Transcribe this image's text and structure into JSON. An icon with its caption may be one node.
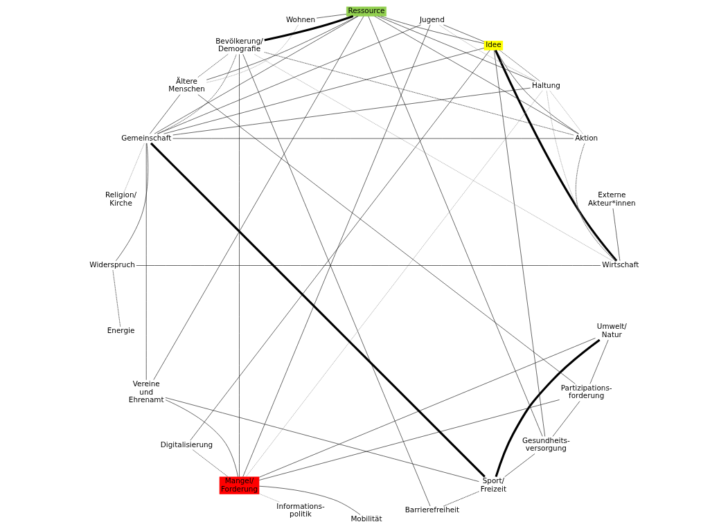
{
  "diagram": {
    "nodes": [
      {
        "text": [
          "Umwelt/ Natur"
        ]
      },
      {
        "text": [
          "Mobilität"
        ]
      },
      {
        "text": [
          "Idee"
        ]
      },
      {
        "text": [
          "Digitalisierung"
        ]
      },
      {
        "text": [
          "Gesundheits- versorgung"
        ]
      },
      {
        "text": [
          "Vereine und Ehrenamt"
        ]
      },
      {
        "text": [
          "Sport/ Freizeit"
        ]
      },
      {
        "text": [
          "Barrierefreiheit"
        ]
      },
      {
        "text": [
          "Bevölkerung/ Demografie"
        ]
      },
      {
        "text": [
          "Aktion"
        ]
      },
      {
        "text": [
          "Haltung"
        ]
      },
      {
        "text": [
          "Jugend"
        ]
      },
      {
        "text": [
          "Partizipations- forderung"
        ]
      },
      {
        "text": [
          "Mangel/ Forderung"
        ]
      },
      {
        "text": [
          "Informations- politik"
        ]
      },
      {
        "text": [
          "Widerspruch"
        ]
      },
      {
        "text": [
          "Energie"
        ]
      },
      {
        "text": [
          "Wirtschaft"
        ]
      },
      {
        "text": [
          "Externe Akteur*innen"
        ]
      },
      {
        "text": [
          "Religion/ Kirche"
        ]
      },
      {
        "text": [
          "Gemeinschaft"
        ]
      },
      {
        "text": [
          "Ältere Menschen"
        ]
      },
      {
        "text": [
          "Wohnen"
        ]
      },
      {
        "text": [
          "Ressource"
        ]
      }
    ],
    "edges": [
      {
        "from": 23,
        "to": 8,
        "arrow": "none",
        "style": "thick"
      },
      {
        "from": 0,
        "to": 6,
        "arrow": "none",
        "style": "thick"
      },
      {
        "from": 2,
        "to": 17,
        "arrow": "none",
        "style": "thick"
      },
      {
        "from": 20,
        "to": 6,
        "arrow": "none",
        "style": "thick"
      },
      {
        "from": 23,
        "to": 2,
        "arrow": "none"
      },
      {
        "from": 2,
        "to": 11,
        "arrow": "none"
      },
      {
        "from": 20,
        "to": 15,
        "arrow": "none"
      },
      {
        "from": 17,
        "to": 15,
        "arrow": "none"
      },
      {
        "from": 13,
        "to": 5,
        "arrow": "none"
      },
      {
        "from": 13,
        "to": 8,
        "arrow": "none"
      },
      {
        "from": 5,
        "to": 6,
        "arrow": "none"
      },
      {
        "from": 6,
        "to": 7,
        "arrow": "none",
        "style": "dashed",
        "color": "#000000"
      },
      {
        "from": 23,
        "to": 5,
        "arrow": "none"
      },
      {
        "from": 22,
        "to": 23,
        "arrow": "none"
      },
      {
        "from": 18,
        "to": 17,
        "arrow": "none"
      },
      {
        "from": 23,
        "to": 21,
        "arrow": "none"
      },
      {
        "from": 23,
        "to": 20,
        "arrow": "none"
      },
      {
        "from": 23,
        "to": 4,
        "arrow": "none"
      },
      {
        "from": 23,
        "to": 9,
        "arrow": "none"
      },
      {
        "from": 23,
        "to": 10,
        "arrow": "none"
      },
      {
        "from": 2,
        "to": 3,
        "arrow": "none"
      },
      {
        "from": 2,
        "to": 4,
        "arrow": "none"
      },
      {
        "from": 2,
        "to": 9,
        "arrow": "none"
      },
      {
        "from": 2,
        "to": 10,
        "arrow": "none",
        "style": "dashed"
      },
      {
        "from": 2,
        "to": 20,
        "arrow": "none"
      },
      {
        "from": 21,
        "to": 20,
        "arrow": "none"
      },
      {
        "from": 21,
        "to": 8,
        "arrow": "none",
        "style": "dashed"
      },
      {
        "from": 20,
        "to": 9,
        "arrow": "none"
      },
      {
        "from": 20,
        "to": 10,
        "arrow": "none"
      },
      {
        "from": 20,
        "to": 11,
        "arrow": "none"
      },
      {
        "from": 20,
        "to": 8,
        "arrow": "none",
        "style": "dashed"
      },
      {
        "from": 20,
        "to": 5,
        "arrow": "none"
      },
      {
        "from": 17,
        "to": 9,
        "arrow": "none",
        "style": "dashed"
      },
      {
        "from": 17,
        "to": 10,
        "arrow": "none",
        "style": "dashed",
        "color": "#999999"
      },
      {
        "from": 17,
        "to": 8,
        "arrow": "none",
        "style": "dashed",
        "color": "#999999"
      },
      {
        "from": 1,
        "to": 13,
        "arrow": "none"
      },
      {
        "from": 0,
        "to": 13,
        "arrow": "none"
      },
      {
        "from": 3,
        "to": 13,
        "arrow": "none",
        "style": "dashed"
      },
      {
        "from": 4,
        "to": 12,
        "arrow": "none"
      },
      {
        "from": 4,
        "to": 6,
        "arrow": "none"
      },
      {
        "from": 13,
        "to": 11,
        "arrow": "none"
      },
      {
        "from": 13,
        "to": 12,
        "arrow": "none"
      },
      {
        "from": 13,
        "to": 14,
        "arrow": "none",
        "style": "dashed",
        "color": "#999999"
      },
      {
        "from": 13,
        "to": 10,
        "arrow": "none",
        "style": "dashed",
        "color": "#999999"
      },
      {
        "from": 16,
        "to": 15,
        "arrow": "none",
        "style": "dashed"
      },
      {
        "from": 8,
        "to": 9,
        "arrow": "none",
        "style": "dashed"
      },
      {
        "from": 7,
        "to": 8,
        "arrow": "none"
      },
      {
        "from": 9,
        "to": 10,
        "arrow": "none",
        "style": "dashed",
        "color": "#999999"
      },
      {
        "from": 10,
        "to": 11,
        "arrow": "none",
        "style": "dashed",
        "color": "#999999"
      },
      {
        "from": 19,
        "to": 20,
        "arrow": "none",
        "style": "dashed",
        "color": "#999999"
      },
      {
        "from": 21,
        "to": 12,
        "arrow": "none"
      },
      {
        "from": 0,
        "to": 12,
        "arrow": "none"
      },
      {
        "from": 22,
        "to": 21,
        "arrow": "none",
        "style": "dashed",
        "color": "#999999"
      }
    ]
  }
}
